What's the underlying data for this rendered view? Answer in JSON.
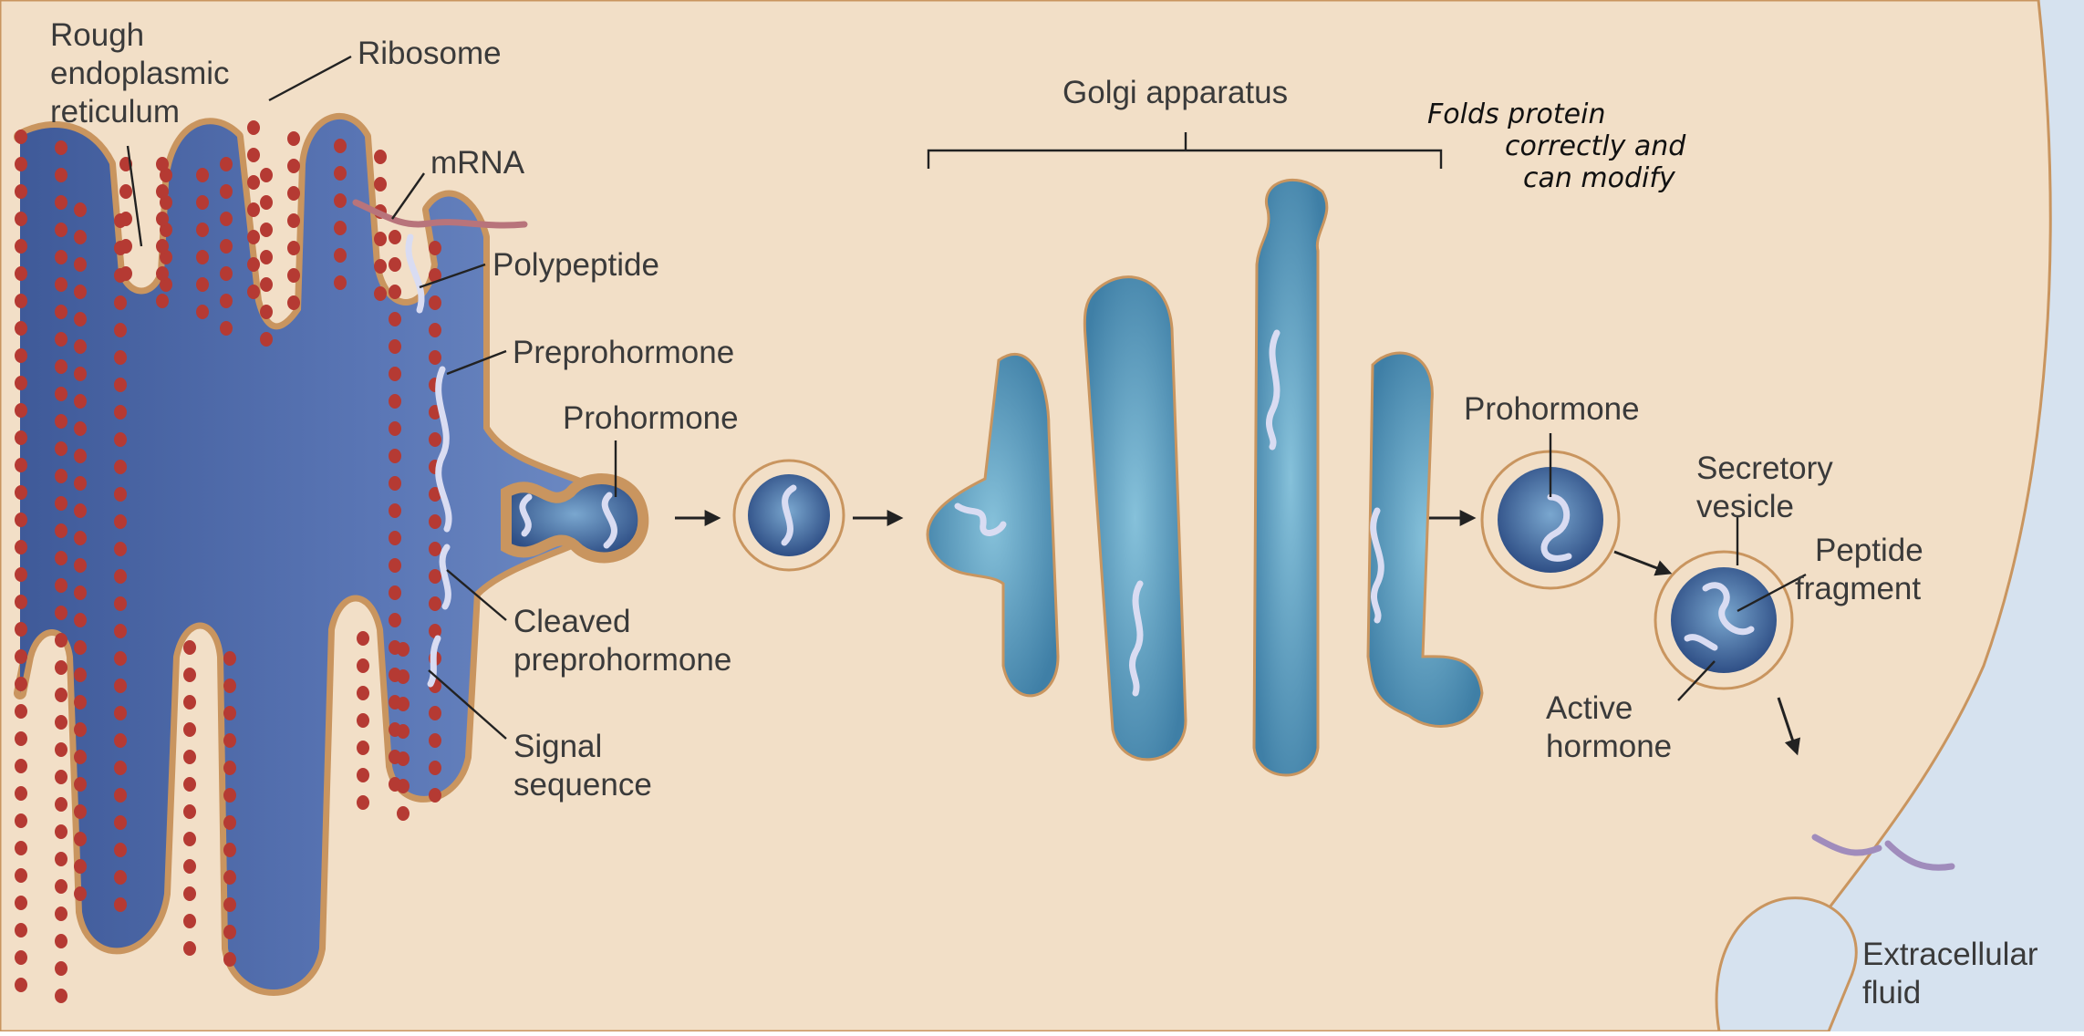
{
  "labels": {
    "rough_er": [
      "Rough",
      "endoplasmic",
      "reticulum"
    ],
    "ribosome": "Ribosome",
    "mrna": "mRNA",
    "polypeptide": "Polypeptide",
    "preprohormone": "Preprohormone",
    "prohormone_left": "Prohormone",
    "cleaved_preprohormone": [
      "Cleaved",
      "preprohormone"
    ],
    "signal_sequence": [
      "Signal",
      "sequence"
    ],
    "golgi": "Golgi apparatus",
    "prohormone_right": "Prohormone",
    "secretory_vesicle": [
      "Secretory",
      "vesicle"
    ],
    "peptide_fragment": [
      "Peptide",
      "fragment"
    ],
    "active_hormone": [
      "Active",
      "hormone"
    ],
    "extracellular_fluid": [
      "Extracellular",
      "fluid"
    ]
  },
  "annotation": [
    "Folds protein",
    "correctly and",
    "can modify"
  ],
  "colors": {
    "cytoplasm": "#f2dfc7",
    "extracellular": "#d6e2ef",
    "er_lumen": "#5a72ab",
    "golgi_lumen": "#5f9dbd",
    "membrane": "#c9955f",
    "ribosome": "#b53a33",
    "mrna": "#b8747b",
    "peptide": "#d9dcf2"
  }
}
